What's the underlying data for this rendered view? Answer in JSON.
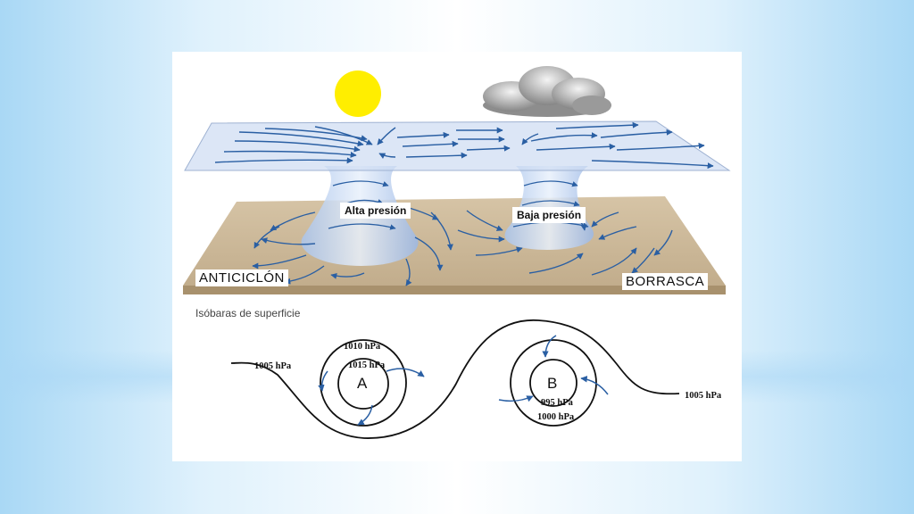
{
  "labels": {
    "high_pressure": "Alta presión",
    "low_pressure": "Baja presión",
    "anticyclone": "ANTICICLÓN",
    "storm": "BORRASCA",
    "surface_isobars": "Isóbaras de superficie"
  },
  "isobars": {
    "high_outer": "1010 hPa",
    "high_inner": "1015 hPa",
    "left_edge": "1005 hPa",
    "right_edge": "1005 hPa",
    "low_inner": "995 hPa",
    "low_outer": "1000 hPa",
    "high_center": "A",
    "low_center": "B"
  },
  "colors": {
    "arrow": "#2a5fa3",
    "ground": "#c9b596",
    "sun": "#ffee00"
  }
}
